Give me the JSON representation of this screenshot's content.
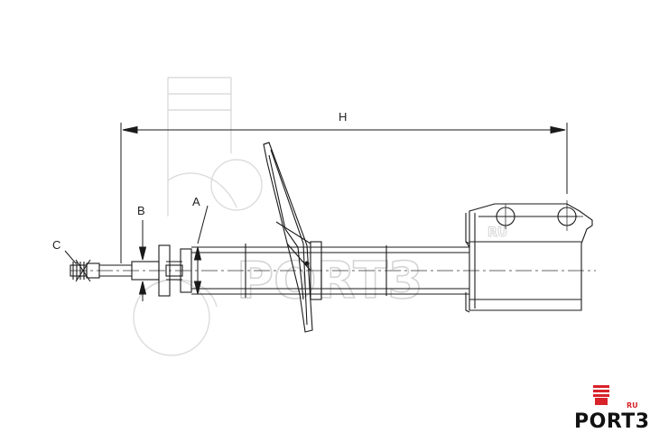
{
  "dimensions": {
    "h": "H",
    "a": "A",
    "b": "B",
    "c": "C"
  },
  "watermark": {
    "text": "PORT3",
    "superscript": "RU"
  },
  "logo": {
    "text": "PORT3",
    "superscript": "RU",
    "accent_color": "#d8232a",
    "text_color": "#111111"
  },
  "drawing": {
    "line_color": "#1a1a1a",
    "centerline_color": "#333333"
  }
}
